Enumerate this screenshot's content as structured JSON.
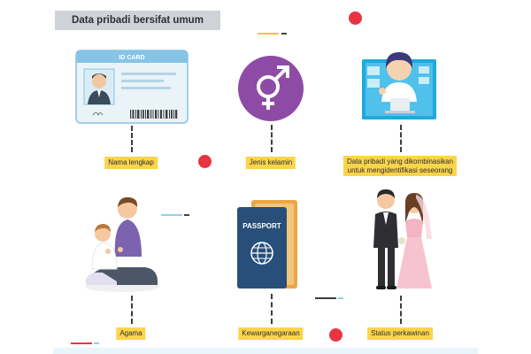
{
  "title": "Data pribadi bersifat umum",
  "items": [
    {
      "id": "nama-lengkap",
      "label_lines": [
        "Nama lengkap"
      ],
      "icon": "id-card-icon",
      "id_card_text": "ID CARD"
    },
    {
      "id": "jenis-kelamin",
      "label_lines": [
        "Jenis kelamin"
      ],
      "icon": "gender-symbol-icon"
    },
    {
      "id": "data-kombinasi",
      "label_lines": [
        "Data pribadi yang dikombinasikan",
        "untuk mengidentifikasi seseorang"
      ],
      "icon": "person-at-computer-icon"
    },
    {
      "id": "agama",
      "label_lines": [
        "Agama"
      ],
      "icon": "parent-and-child-praying-icon"
    },
    {
      "id": "kewarganegaraan",
      "label_lines": [
        "Kewarganegaraan"
      ],
      "icon": "passport-icon",
      "passport_text": "PASSPORT"
    },
    {
      "id": "status-perkawinan",
      "label_lines": [
        "Status perkawinan"
      ],
      "icon": "wedding-couple-icon"
    }
  ],
  "colors": {
    "label_bg": "#fbd44a",
    "title_bg": "#cfd2d6",
    "accent_red": "#e8343f",
    "gender_purple": "#8e4ba6",
    "passport_blue": "#274f7a",
    "card_blue": "#86c4e5"
  }
}
